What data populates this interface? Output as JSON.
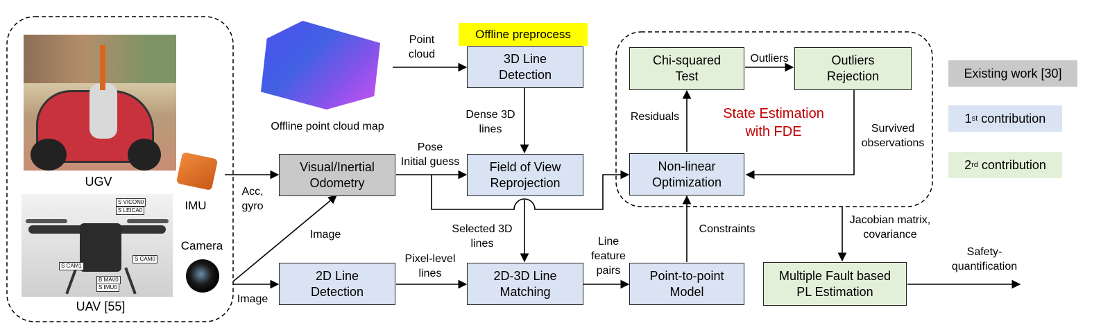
{
  "colors": {
    "existing": "#c9c9c9",
    "first": "#dae3f3",
    "second": "#e2f0d9",
    "offline_tag": "#ffff00",
    "state_estimation": "#c00000"
  },
  "photos": {
    "ugv_label": "UGV",
    "uav_label": "UAV [55]",
    "imu_label": "IMU",
    "camera_label": "Camera",
    "map_label": "Offline point cloud map",
    "uav_tags": [
      "S VICON0",
      "S LEICA0",
      "S CAM1",
      "S CAM0",
      "B MAV0",
      "S IMU0"
    ]
  },
  "offline_tag": "Offline preprocess",
  "boxes": {
    "line3d": "3D Line\nDetection",
    "fov": "Field of View\nReprojection",
    "vio": "Visual/Inertial\nOdometry",
    "line2d": "2D Line\nDetection",
    "matching": "2D-3D Line\nMatching",
    "p2p": "Point-to-point\nModel",
    "nlo": "Non-linear\nOptimization",
    "chi": "Chi-squared\nTest",
    "outrej": "Outliers\nRejection",
    "pl": "Multiple Fault based\nPL Estimation"
  },
  "edge_labels": {
    "point_cloud": "Point\ncloud",
    "dense": "Dense 3D\nlines",
    "pose": "Pose\nInitial guess",
    "acc": "Acc,\ngyro",
    "image_upper": "Image",
    "image_lower": "Image",
    "selected": "Selected 3D\nlines",
    "pixel": "Pixel-level\nlines",
    "feature_pairs": "Line\nfeature\npairs",
    "constraints": "Constraints",
    "residuals": "Residuals",
    "outliers": "Outliers",
    "survived": "Survived\nobservations",
    "jacobian": "Jacobian matrix,\ncovariance",
    "safety": "Safety-\nquantification"
  },
  "state_estimation": "State Estimation\nwith FDE",
  "legend": {
    "existing": "Existing work [30]",
    "first_sup": "st",
    "first_text": "1",
    "first_rest": " contribution",
    "second_sup": "rd",
    "second_text": "2",
    "second_rest": " contribution"
  }
}
